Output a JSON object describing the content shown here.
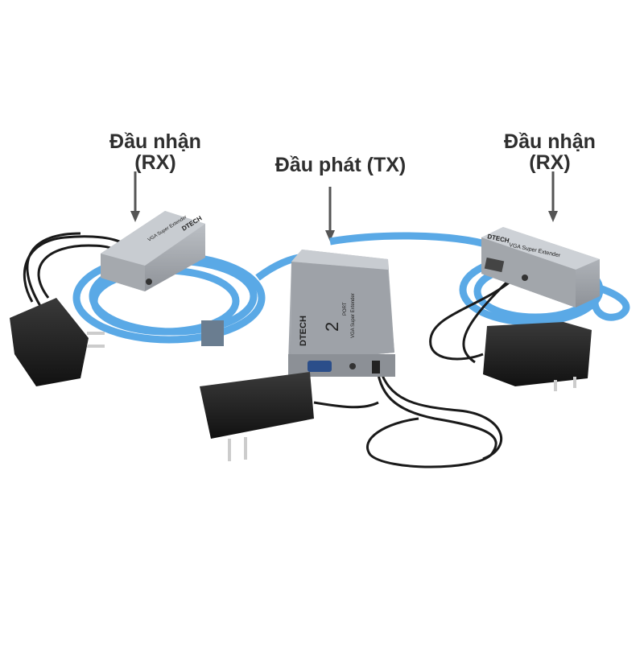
{
  "labels": {
    "receiver_left": {
      "line1": "Đầu nhận",
      "line2": "(RX)"
    },
    "receiver_right": {
      "line1": "Đầu nhận",
      "line2": "(RX)"
    },
    "transmitter": {
      "text": "Đầu phát (TX)"
    }
  },
  "devices": {
    "brand": "DTECH",
    "receiver_text": "VGA Super Extender",
    "transmitter_text": "VGA Super Extender",
    "transmitter_port_count": "2",
    "transmitter_port_word": "PORT"
  },
  "colors": {
    "label_text": "#2f2f2f",
    "arrow": "#555555",
    "flat_cable": "#5aa9e6",
    "device_body": "#a9adb3",
    "adapter": "#1c1c1c",
    "background": "#ffffff"
  }
}
